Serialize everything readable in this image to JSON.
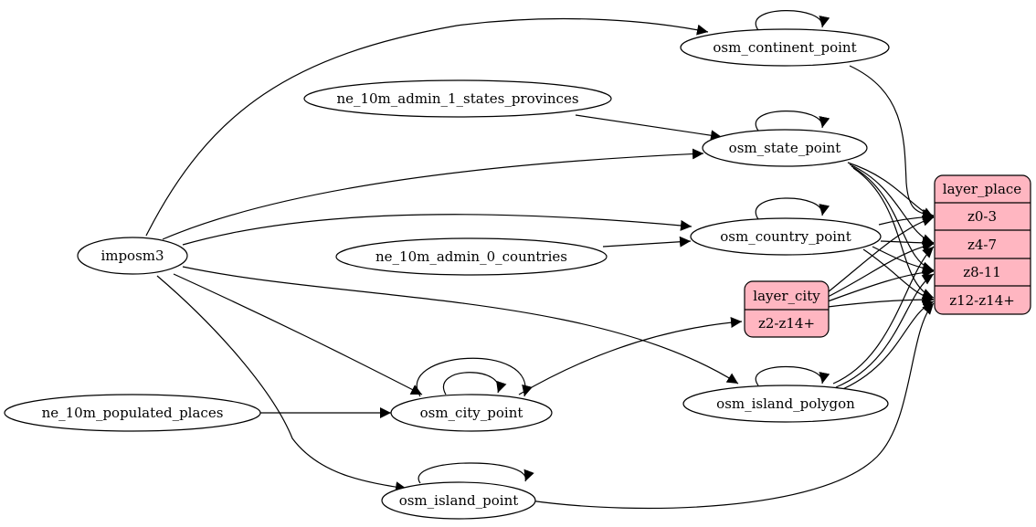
{
  "nodes": {
    "imposm3": "imposm3",
    "osm_continent_point": "osm_continent_point",
    "ne_10m_admin_1_states_provinces": "ne_10m_admin_1_states_provinces",
    "osm_state_point": "osm_state_point",
    "osm_country_point": "osm_country_point",
    "ne_10m_admin_0_countries": "ne_10m_admin_0_countries",
    "osm_city_point": "osm_city_point",
    "ne_10m_populated_places": "ne_10m_populated_places",
    "osm_island_polygon": "osm_island_polygon",
    "osm_island_point": "osm_island_point"
  },
  "layer_city": {
    "title": "layer_city",
    "zooms": [
      "z2-z14+"
    ]
  },
  "layer_place": {
    "title": "layer_place",
    "zooms": [
      "z0-3",
      "z4-7",
      "z8-11",
      "z12-z14+"
    ]
  },
  "colors": {
    "layer_fill": "#ffb6c1",
    "stroke": "#000000",
    "background": "#ffffff"
  }
}
